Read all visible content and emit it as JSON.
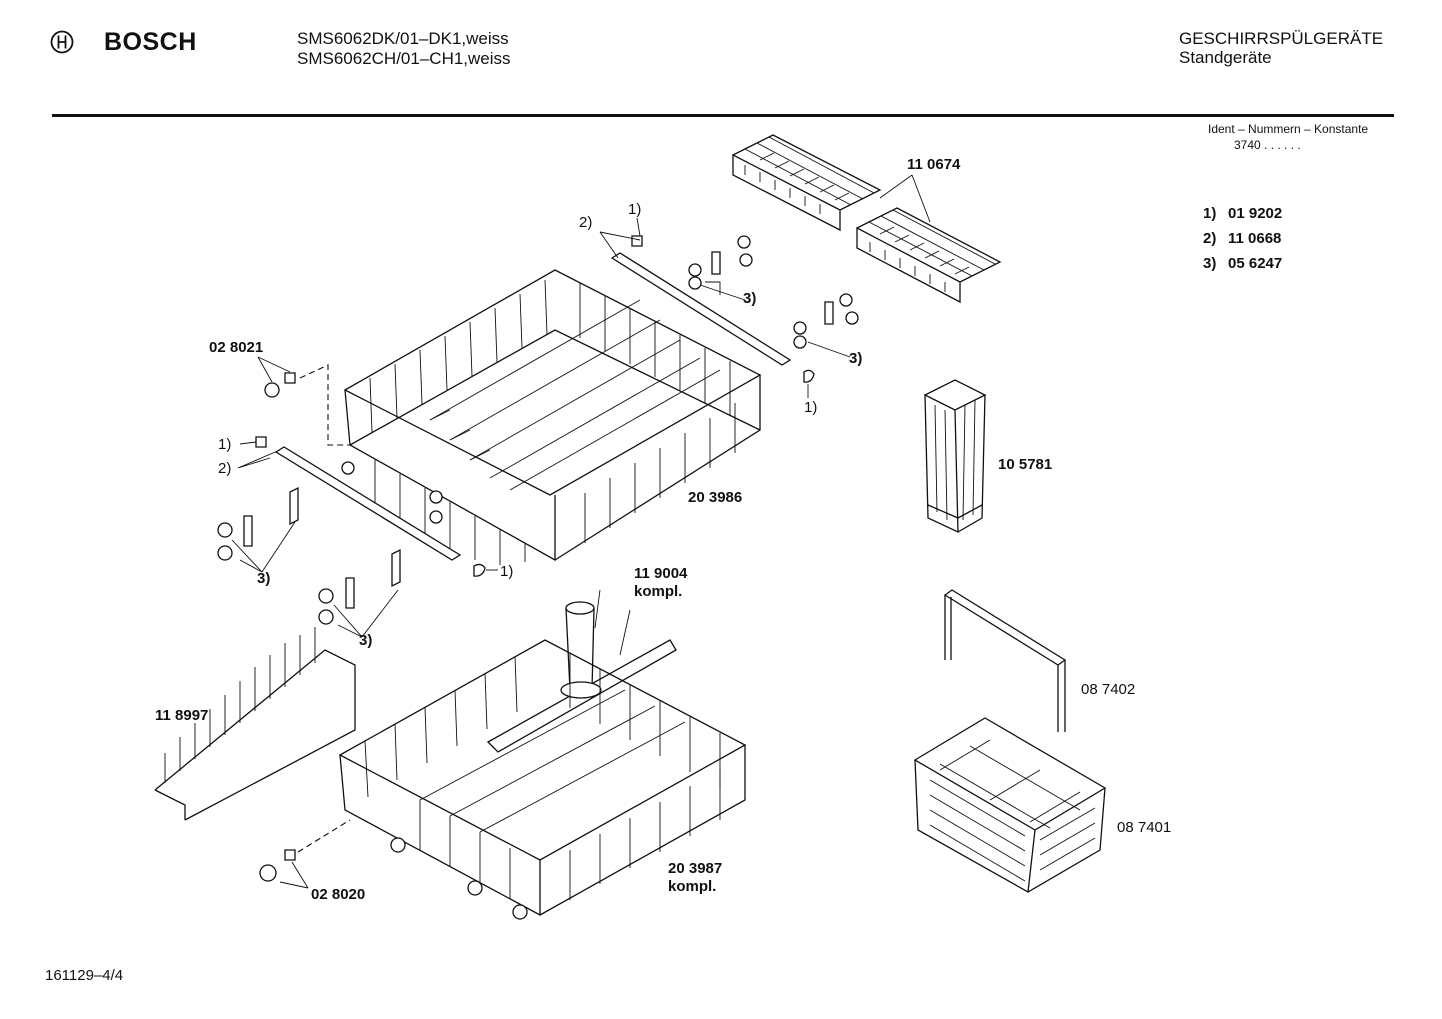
{
  "header": {
    "brand": "BOSCH",
    "model_line_1": "SMS6062DK/01–DK1,weiss",
    "model_line_2": "SMS6062CH/01–CH1,weiss",
    "category_line_1": "GESCHIRRSPÜLGERÄTE",
    "category_line_2": "Standgeräte",
    "ident_label": "Ident – Nummern – Konstante",
    "ident_value": "3740 . .    . . . ."
  },
  "legend": [
    {
      "key": "1)",
      "value": "01 9202"
    },
    {
      "key": "2)",
      "value": "11 0668"
    },
    {
      "key": "3)",
      "value": "05 6247"
    }
  ],
  "parts": {
    "cutlery_trays": "11 0674",
    "upper_basket": "20 3986",
    "wheel_upper": "02 8021",
    "cutlery_holder": "10 5781",
    "spray_arm_1": "11 9004",
    "spray_arm_2": "kompl.",
    "insert_rack": "11 8997",
    "lower_basket_1": "20 3987",
    "lower_basket_2": "kompl.",
    "wheel_lower": "02 8020",
    "handle": "08 7402",
    "cutlery_basket": "08 7401"
  },
  "callouts": {
    "c1": "1)",
    "c2": "2)",
    "c3": "3)"
  },
  "footer": {
    "doc_number": "161129–4/4"
  },
  "icons": [
    "bosch-logo-icon"
  ]
}
